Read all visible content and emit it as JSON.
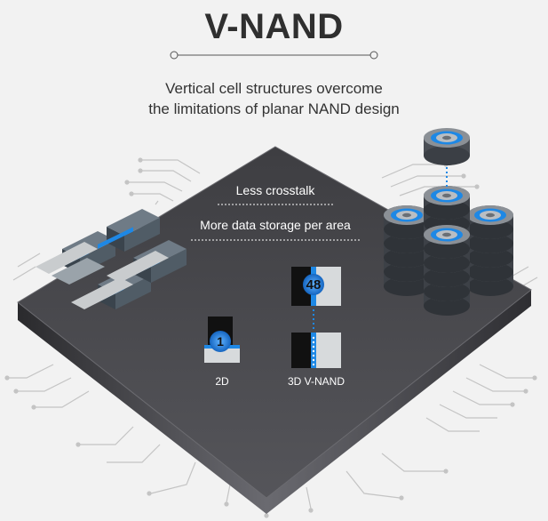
{
  "header": {
    "title": "V-NAND",
    "subtitle_line1": "Vertical cell structures overcome",
    "subtitle_line2": "the limitations of planar NAND design"
  },
  "board": {
    "benefit_1": "Less crosstalk",
    "benefit_2": "More data storage per area",
    "planar_count": "1",
    "planar_label": "2D",
    "vnand_count": "48",
    "vnand_label": "3D V-NAND"
  },
  "colors": {
    "accent": "#1e88e5",
    "board_top": "#4a4a4e",
    "board_side": "#2c2c30",
    "background": "#f2f2f2"
  },
  "icons": {
    "planar_chips": "planar-nand-chip-icon",
    "vertical_stacks": "vnand-cylinder-stack-icon"
  }
}
